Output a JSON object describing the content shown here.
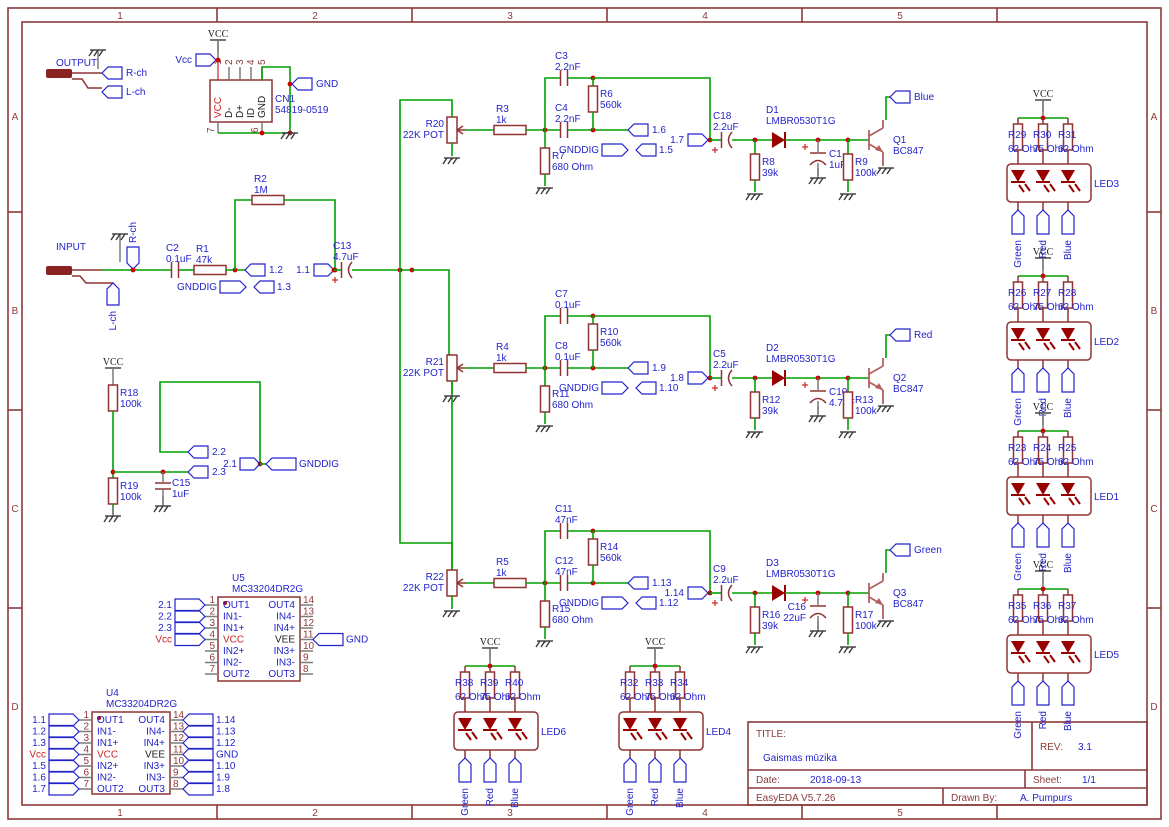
{
  "sheet": {
    "cols": [
      "1",
      "2",
      "3",
      "4",
      "5"
    ],
    "rows": [
      "A",
      "B",
      "C",
      "D"
    ]
  },
  "colors": {
    "wire": "#00a000",
    "symbol": "#8f3333",
    "fill_red": "#990000",
    "blue": "#2323cc",
    "junction": "#cc0000",
    "border": "#8c3a3a",
    "pin": "#7a7a7a",
    "pin_red": "#cc2222"
  },
  "title_block": {
    "title_label": "TITLE:",
    "title": "Gaismas mūzika",
    "rev_label": "REV:",
    "rev": "3.1",
    "date_label": "Date:",
    "date": "2018-09-13",
    "sheet_label": "Sheet:",
    "sheet": "1/1",
    "tool": "EasyEDA V5.7.26",
    "drawn_by_label": "Drawn By:",
    "drawn_by": "A. Pumpurs"
  },
  "labels": {
    "input": "INPUT",
    "output": "OUTPUT",
    "vcc": "VCC"
  },
  "ports": {
    "p1_1": "1.1",
    "p1_2": "1.2",
    "p1_3": "1.3",
    "p1_5": "1.5",
    "p1_6": "1.6",
    "p1_7": "1.7",
    "p1_8": "1.8",
    "p1_9": "1.9",
    "p1_10": "1.10",
    "p1_12": "1.12",
    "p1_13": "1.13",
    "p1_14": "1.14",
    "p2_1": "2.1",
    "p2_2": "2.2",
    "p2_3": "2.3",
    "gnd": "GND",
    "vcc_flag": "Vcc",
    "gnddig": "GNDDIG",
    "blue": "Blue",
    "red": "Red",
    "green": "Green",
    "rch": "R-ch",
    "lch": "L-ch"
  },
  "components": {
    "R1": {
      "ref": "R1",
      "value": "47k"
    },
    "R2": {
      "ref": "R2",
      "value": "1M"
    },
    "R3": {
      "ref": "R3",
      "value": "1k"
    },
    "R4": {
      "ref": "R4",
      "value": "1k"
    },
    "R5": {
      "ref": "R5",
      "value": "1k"
    },
    "R6": {
      "ref": "R6",
      "value": "560k"
    },
    "R7": {
      "ref": "R7",
      "value": "680 Ohm"
    },
    "R8": {
      "ref": "R8",
      "value": "39k"
    },
    "R9": {
      "ref": "R9",
      "value": "100k"
    },
    "R10": {
      "ref": "R10",
      "value": "560k"
    },
    "R11": {
      "ref": "R11",
      "value": "680 Ohm"
    },
    "R12": {
      "ref": "R12",
      "value": "39k"
    },
    "R13": {
      "ref": "R13",
      "value": "100k"
    },
    "R14": {
      "ref": "R14",
      "value": "560k"
    },
    "R15": {
      "ref": "R15",
      "value": "680 Ohm"
    },
    "R16": {
      "ref": "R16",
      "value": "39k"
    },
    "R17": {
      "ref": "R17",
      "value": "100k"
    },
    "R18": {
      "ref": "R18",
      "value": "100k"
    },
    "R19": {
      "ref": "R19",
      "value": "100k"
    },
    "R20": {
      "ref": "R20",
      "value": "22K POT"
    },
    "R21": {
      "ref": "R21",
      "value": "22K POT"
    },
    "R22": {
      "ref": "R22",
      "value": "22K POT"
    },
    "R23": {
      "ref": "R23",
      "value": "62 Ohm"
    },
    "R24": {
      "ref": "R24",
      "value": "75 Ohm"
    },
    "R25": {
      "ref": "R25",
      "value": "62 Ohm"
    },
    "R26": {
      "ref": "R26",
      "value": "62 Ohm"
    },
    "R27": {
      "ref": "R27",
      "value": "75 Ohm"
    },
    "R28": {
      "ref": "R28",
      "value": "62 Ohm"
    },
    "R29": {
      "ref": "R29",
      "value": "62 Ohm"
    },
    "R30": {
      "ref": "R30",
      "value": "75 Ohm"
    },
    "R31": {
      "ref": "R31",
      "value": "62 Ohm"
    },
    "R32": {
      "ref": "R32",
      "value": "62 Ohm"
    },
    "R33": {
      "ref": "R33",
      "value": "75 Ohm"
    },
    "R34": {
      "ref": "R34",
      "value": "62 Ohm"
    },
    "R35": {
      "ref": "R35",
      "value": "62 Ohm"
    },
    "R36": {
      "ref": "R36",
      "value": "75 Ohm"
    },
    "R37": {
      "ref": "R37",
      "value": "62 Ohm"
    },
    "R38": {
      "ref": "R38",
      "value": "62 Ohm"
    },
    "R39": {
      "ref": "R39",
      "value": "75 Ohm"
    },
    "R40": {
      "ref": "R40",
      "value": "62 Ohm"
    },
    "C1": {
      "ref": "C1",
      "value": "1uF"
    },
    "C2": {
      "ref": "C2",
      "value": "0.1uF"
    },
    "C3": {
      "ref": "C3",
      "value": "2.2nF"
    },
    "C4": {
      "ref": "C4",
      "value": "2.2nF"
    },
    "C5": {
      "ref": "C5",
      "value": "2.2uF"
    },
    "C7": {
      "ref": "C7",
      "value": "0.1uF"
    },
    "C8": {
      "ref": "C8",
      "value": "0.1uF"
    },
    "C9": {
      "ref": "C9",
      "value": "2.2uF"
    },
    "C10": {
      "ref": "C10",
      "value": "4.7uF"
    },
    "C11": {
      "ref": "C11",
      "value": "47nF"
    },
    "C12": {
      "ref": "C12",
      "value": "47nF"
    },
    "C13": {
      "ref": "C13",
      "value": "4.7uF"
    },
    "C15": {
      "ref": "C15",
      "value": "1uF"
    },
    "C16": {
      "ref": "C16",
      "value": "22uF"
    },
    "C18": {
      "ref": "C18",
      "value": "2.2uF"
    },
    "D1": {
      "ref": "D1",
      "value": "LMBR0530T1G"
    },
    "D2": {
      "ref": "D2",
      "value": "LMBR0530T1G"
    },
    "D3": {
      "ref": "D3",
      "value": "LMBR0530T1G"
    },
    "Q1": {
      "ref": "Q1",
      "value": "BC847"
    },
    "Q2": {
      "ref": "Q2",
      "value": "BC847"
    },
    "Q3": {
      "ref": "Q3",
      "value": "BC847"
    },
    "LED1": {
      "ref": "LED1"
    },
    "LED2": {
      "ref": "LED2"
    },
    "LED3": {
      "ref": "LED3"
    },
    "LED4": {
      "ref": "LED4"
    },
    "LED5": {
      "ref": "LED5"
    },
    "LED6": {
      "ref": "LED6"
    }
  },
  "connectors": {
    "cn1": {
      "ref": "CN1",
      "value": "54819-0519",
      "pin_numbers_top": [
        "1",
        "2",
        "3",
        "4",
        "5"
      ],
      "pin_names_top": [
        "VCC",
        "D-",
        "D+",
        "ID",
        "GND"
      ],
      "pin_number_bottom_left": "7",
      "pin_number_bottom_right": "6"
    }
  },
  "ics": {
    "U5": {
      "ref": "U5",
      "value": "MC33204DR2G",
      "left": [
        {
          "n": "1",
          "name": "OUT1",
          "port": "2.1"
        },
        {
          "n": "2",
          "name": "IN1-",
          "port": "2.2"
        },
        {
          "n": "3",
          "name": "IN1+",
          "port": "2.3"
        },
        {
          "n": "4",
          "name": "VCC",
          "port": "Vcc"
        },
        {
          "n": "5",
          "name": "IN2+"
        },
        {
          "n": "6",
          "name": "IN2-"
        },
        {
          "n": "7",
          "name": "OUT2"
        }
      ],
      "right": [
        {
          "n": "14",
          "name": "OUT4"
        },
        {
          "n": "13",
          "name": "IN4-"
        },
        {
          "n": "12",
          "name": "IN4+"
        },
        {
          "n": "11",
          "name": "VEE",
          "port": "GND"
        },
        {
          "n": "10",
          "name": "IN3+"
        },
        {
          "n": "9",
          "name": "IN3-"
        },
        {
          "n": "8",
          "name": "OUT3"
        }
      ]
    },
    "U4": {
      "ref": "U4",
      "value": "MC33204DR2G",
      "left": [
        {
          "n": "1",
          "name": "OUT1",
          "port": "1.1"
        },
        {
          "n": "2",
          "name": "IN1-",
          "port": "1.2"
        },
        {
          "n": "3",
          "name": "IN1+",
          "port": "1.3"
        },
        {
          "n": "4",
          "name": "VCC",
          "port": "Vcc"
        },
        {
          "n": "5",
          "name": "IN2+",
          "port": "1.5"
        },
        {
          "n": "6",
          "name": "IN2-",
          "port": "1.6"
        },
        {
          "n": "7",
          "name": "OUT2",
          "port": "1.7"
        }
      ],
      "right": [
        {
          "n": "14",
          "name": "OUT4",
          "port": "1.14"
        },
        {
          "n": "13",
          "name": "IN4-",
          "port": "1.13"
        },
        {
          "n": "12",
          "name": "IN4+",
          "port": "1.12"
        },
        {
          "n": "11",
          "name": "VEE",
          "port": "GND"
        },
        {
          "n": "10",
          "name": "IN3+",
          "port": "1.10"
        },
        {
          "n": "9",
          "name": "IN3-",
          "port": "1.9"
        },
        {
          "n": "8",
          "name": "OUT3",
          "port": "1.8"
        }
      ]
    }
  },
  "led_blocks": [
    {
      "id": "LED3",
      "resistors": [
        "R29",
        "R30",
        "R31"
      ],
      "ports": [
        "Green",
        "Red",
        "Blue"
      ]
    },
    {
      "id": "LED2",
      "resistors": [
        "R26",
        "R27",
        "R28"
      ],
      "ports": [
        "Green",
        "Red",
        "Blue"
      ]
    },
    {
      "id": "LED1",
      "resistors": [
        "R23",
        "R24",
        "R25"
      ],
      "ports": [
        "Green",
        "Red",
        "Blue"
      ]
    },
    {
      "id": "LED5",
      "resistors": [
        "R35",
        "R36",
        "R37"
      ],
      "ports": [
        "Green",
        "Red",
        "Blue"
      ]
    },
    {
      "id": "LED6",
      "resistors": [
        "R38",
        "R39",
        "R40"
      ],
      "ports": [
        "Green",
        "Red",
        "Blue"
      ]
    },
    {
      "id": "LED4",
      "resistors": [
        "R32",
        "R33",
        "R34"
      ],
      "ports": [
        "Green",
        "Red",
        "Blue"
      ]
    }
  ]
}
